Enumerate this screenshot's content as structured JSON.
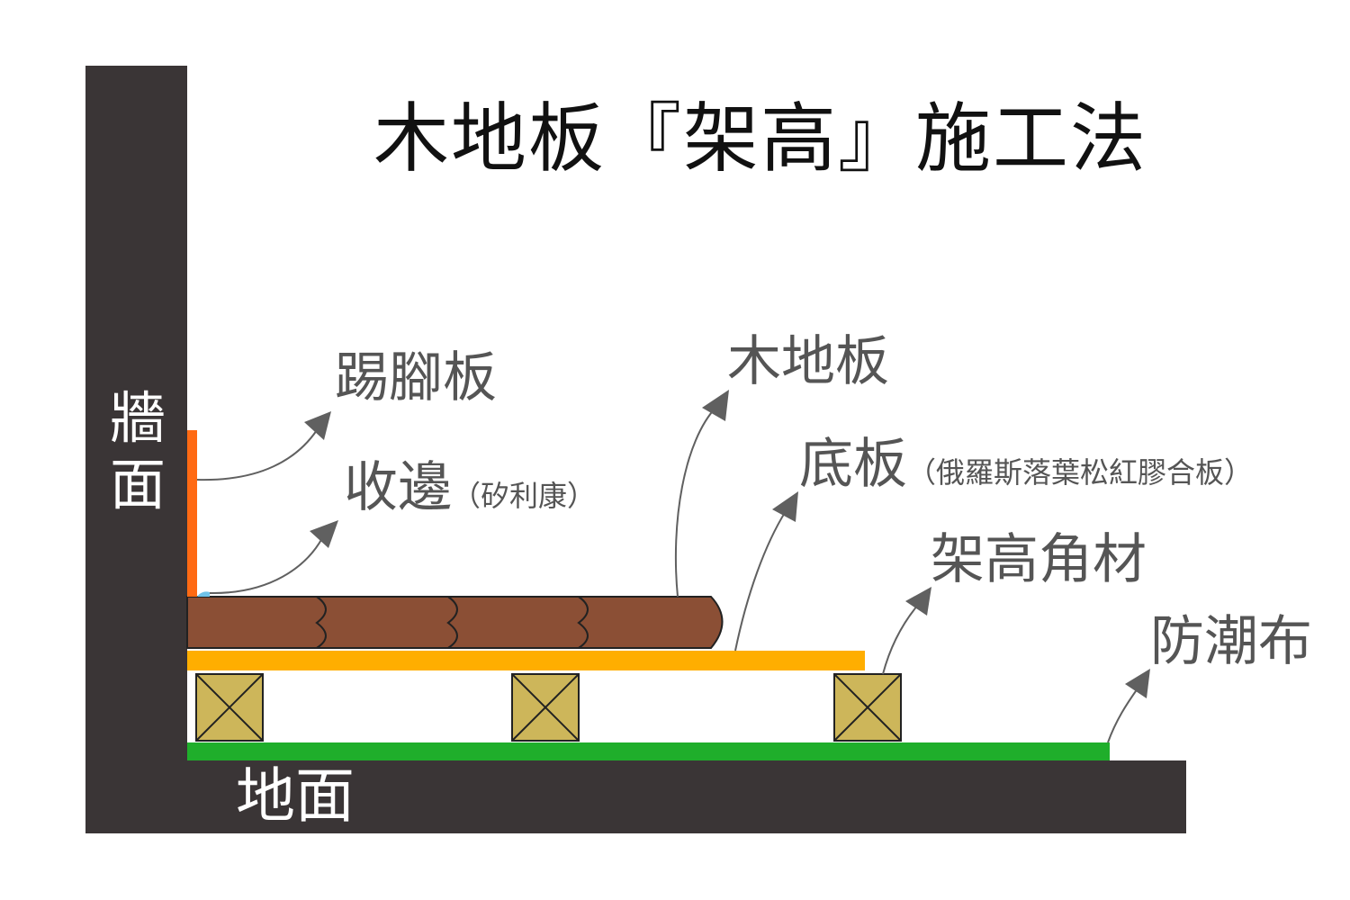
{
  "title": "木地板『架高』施工法",
  "wall_label": "牆面",
  "ground_label": "地面",
  "labels": {
    "skirting": "踢腳板",
    "edge_trim": "收邊",
    "edge_trim_note": "（矽利康）",
    "wood_floor": "木地板",
    "base_board": "底板",
    "base_board_note": "（俄羅斯落葉松紅膠合板）",
    "raised_joist": "架高角材",
    "moisture_barrier": "防潮布"
  },
  "colors": {
    "wall": "#3a3536",
    "skirting": "#ff6a13",
    "sealant": "#6fc2e8",
    "wood_floor": "#8b4f35",
    "base_board": "#ffae00",
    "joist": "#cdb65a",
    "moisture_barrier": "#1fae2b",
    "arrow": "#606060"
  },
  "icons": {
    "arrow": "curved-arrow-icon"
  }
}
